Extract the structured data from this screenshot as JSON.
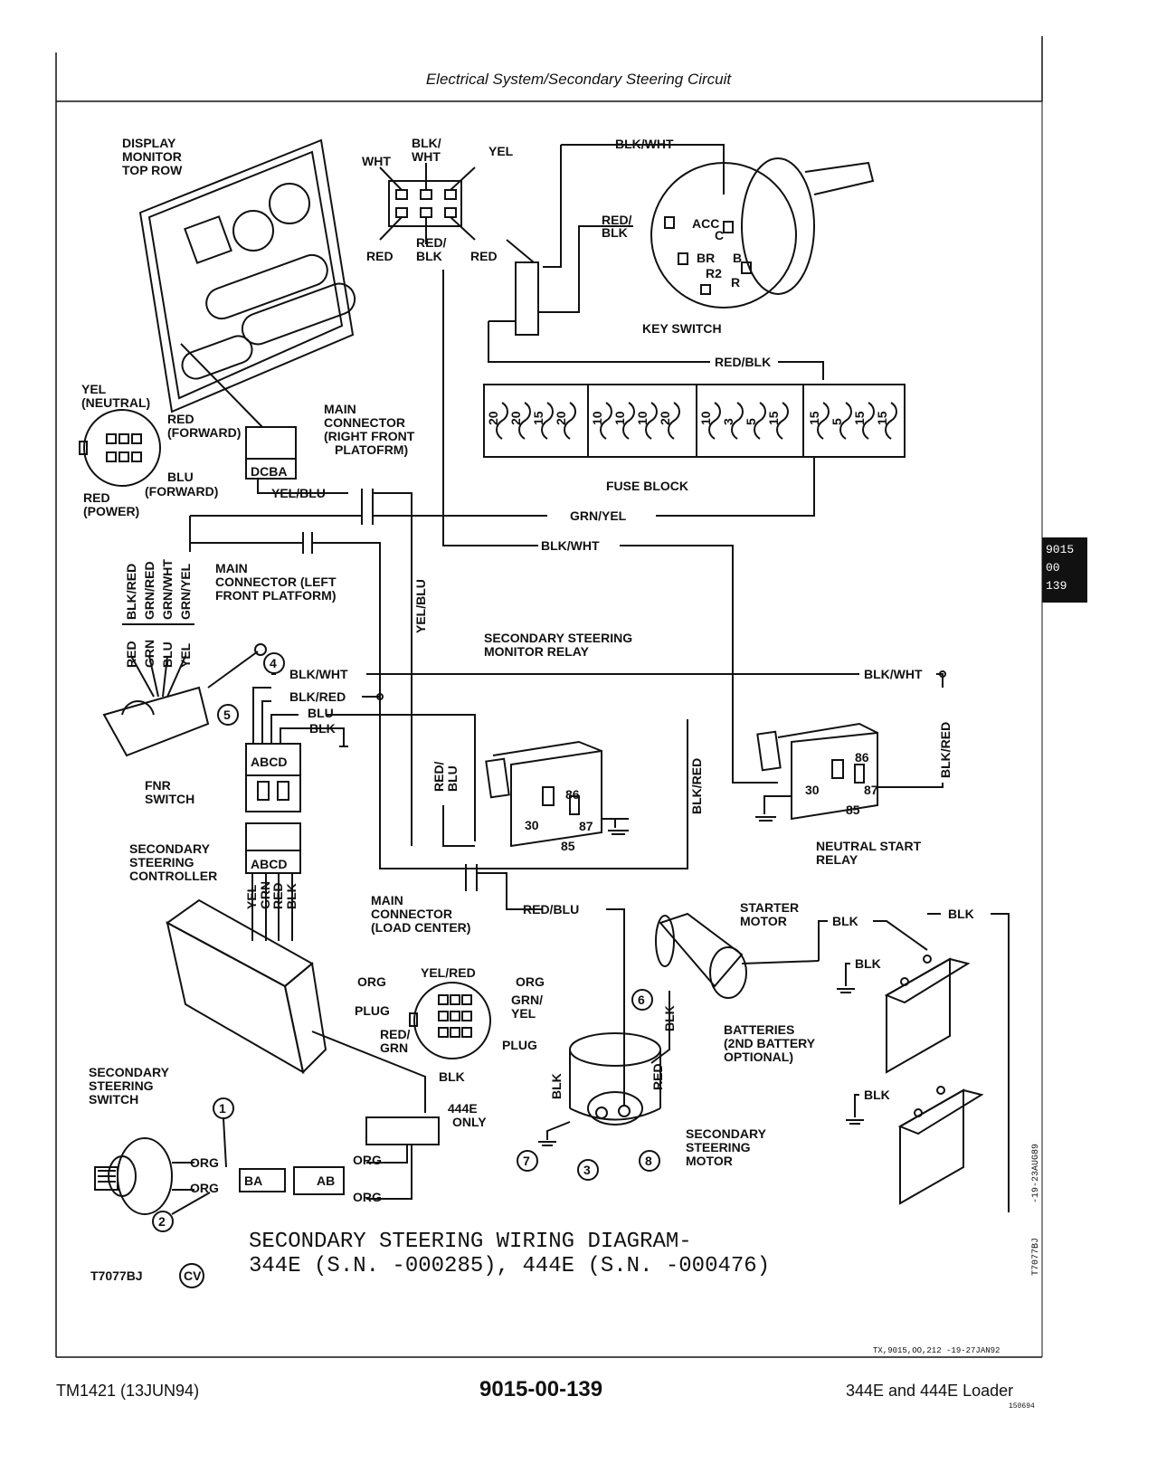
{
  "header": {
    "title": "Electrical System/Secondary Steering Circuit"
  },
  "labels": {
    "display_monitor": [
      "DISPLAY",
      "MONITOR",
      "TOP ROW"
    ],
    "wht": "WHT",
    "blk_wht_top": [
      "BLK/",
      "WHT"
    ],
    "yel": "YEL",
    "red_l": "RED",
    "red_blk_c": [
      "RED/",
      "BLK"
    ],
    "red_r": "RED",
    "blk_wht_key": "BLK/WHT",
    "red_blk_key": [
      "RED/",
      "BLK"
    ],
    "acc": "ACC",
    "c": "C",
    "br": "BR",
    "b": "B",
    "r2": "R2",
    "r": "R",
    "key_switch": "KEY SWITCH",
    "red_blk_fuse": "RED/BLK",
    "fuse_block": "FUSE BLOCK",
    "fuses": [
      "20",
      "20",
      "15",
      "20",
      "10",
      "10",
      "10",
      "20",
      "10",
      "3",
      "5",
      "15",
      "15",
      "5",
      "15",
      "15"
    ],
    "yel_neutral": [
      "YEL",
      "(NEUTRAL)"
    ],
    "red_forward": [
      "RED",
      "(FORWARD)"
    ],
    "blu_forward": [
      "BLU",
      "(FORWARD)"
    ],
    "red_power": [
      "RED",
      "(POWER)"
    ],
    "dcba": "DCBA",
    "yel_blu": "YEL/BLU",
    "main_conn_rf": [
      "MAIN",
      "CONNECTOR",
      "(RIGHT FRONT",
      "PLATOFRM)"
    ],
    "grn_yel": "GRN/YEL",
    "blk_wht_mid": "BLK/WHT",
    "main_conn_lf": [
      "MAIN",
      "CONNECTOR (LEFT",
      "FRONT PLATFORM)"
    ],
    "yel_blu_v": "YEL/BLU",
    "harness_top": [
      "BLK/RED",
      "GRN/RED",
      "GRN/WHT",
      "GRN/YEL"
    ],
    "harness_bot": [
      "RED",
      "GRN",
      "BLU",
      "YEL"
    ],
    "ssm_relay": [
      "SECONDARY STEERING",
      "MONITOR RELAY"
    ],
    "blk_wht_relay": "BLK/WHT",
    "blk_wht_right": "BLK/WHT",
    "blk_red_l": "BLK/RED",
    "blu": "BLU",
    "blk_c": "BLK",
    "blk_red_v1": "BLK/RED",
    "blk_red_v2": "BLK/RED",
    "red_blu_v": [
      "RED/",
      "BLU"
    ],
    "abcd": "ABCD",
    "fnr": [
      "FNR",
      "SWITCH"
    ],
    "n4": "4",
    "n5": "5",
    "n1": "1",
    "n2": "2",
    "n3": "3",
    "n6": "6",
    "n7": "7",
    "n8": "8",
    "r86": "86",
    "r30": "30",
    "r87": "87",
    "r85": "85",
    "neutral_relay": [
      "NEUTRAL  START",
      "RELAY"
    ],
    "ssc": [
      "SECONDARY",
      "STEERING",
      "CONTROLLER"
    ],
    "ctrl_wires": [
      "YEL",
      "GRN",
      "RED",
      "BLK"
    ],
    "main_conn_lc": [
      "MAIN",
      "CONNECTOR",
      "(LOAD CENTER)"
    ],
    "red_blu": "RED/BLU",
    "yel_red": "YEL/RED",
    "org1": "ORG",
    "org2": "ORG",
    "plug1": "PLUG",
    "grn_yel2": [
      "GRN/",
      "YEL"
    ],
    "red_grn": [
      "RED/",
      "GRN"
    ],
    "plug2": "PLUG",
    "blk_conn": "BLK",
    "starter": [
      "STARTER",
      "MOTOR"
    ],
    "blk_s1": "BLK",
    "blk_s2": "BLK",
    "blk_s3": "BLK",
    "blk_s4": "BLK",
    "blk_v": "BLK",
    "batteries": [
      "BATTERIES",
      "(2ND BATTERY",
      "OPTIONAL)"
    ],
    "e444": [
      "444E",
      "ONLY"
    ],
    "blk_m": "BLK",
    "red_m": "RED",
    "ss_motor": [
      "SECONDARY",
      "STEERING",
      "MOTOR"
    ],
    "ss_switch": [
      "SECONDARY",
      "STEERING",
      "SWITCH"
    ],
    "org_a": "ORG",
    "org_b": "ORG",
    "org_c": "ORG",
    "org_d": "ORG",
    "ba": "BA",
    "ab": "AB",
    "title1": "SECONDARY STEERING WIRING DIAGRAM-",
    "title2": "344E (S.N. -000285), 444E (S.N. -000476)",
    "fig_id": "T7077BJ",
    "cv": "CV"
  },
  "side_tab": [
    "9015",
    "00",
    "139"
  ],
  "vertical_refs": [
    "T7077BJ",
    "-19-23AUG89"
  ],
  "ref_small": "TX,9015,OO,212 -19-27JAN92",
  "footer": {
    "left": "TM1421 (13JUN94)",
    "center": "9015-00-139",
    "right": "344E and 444E Loader",
    "code": "150694"
  }
}
